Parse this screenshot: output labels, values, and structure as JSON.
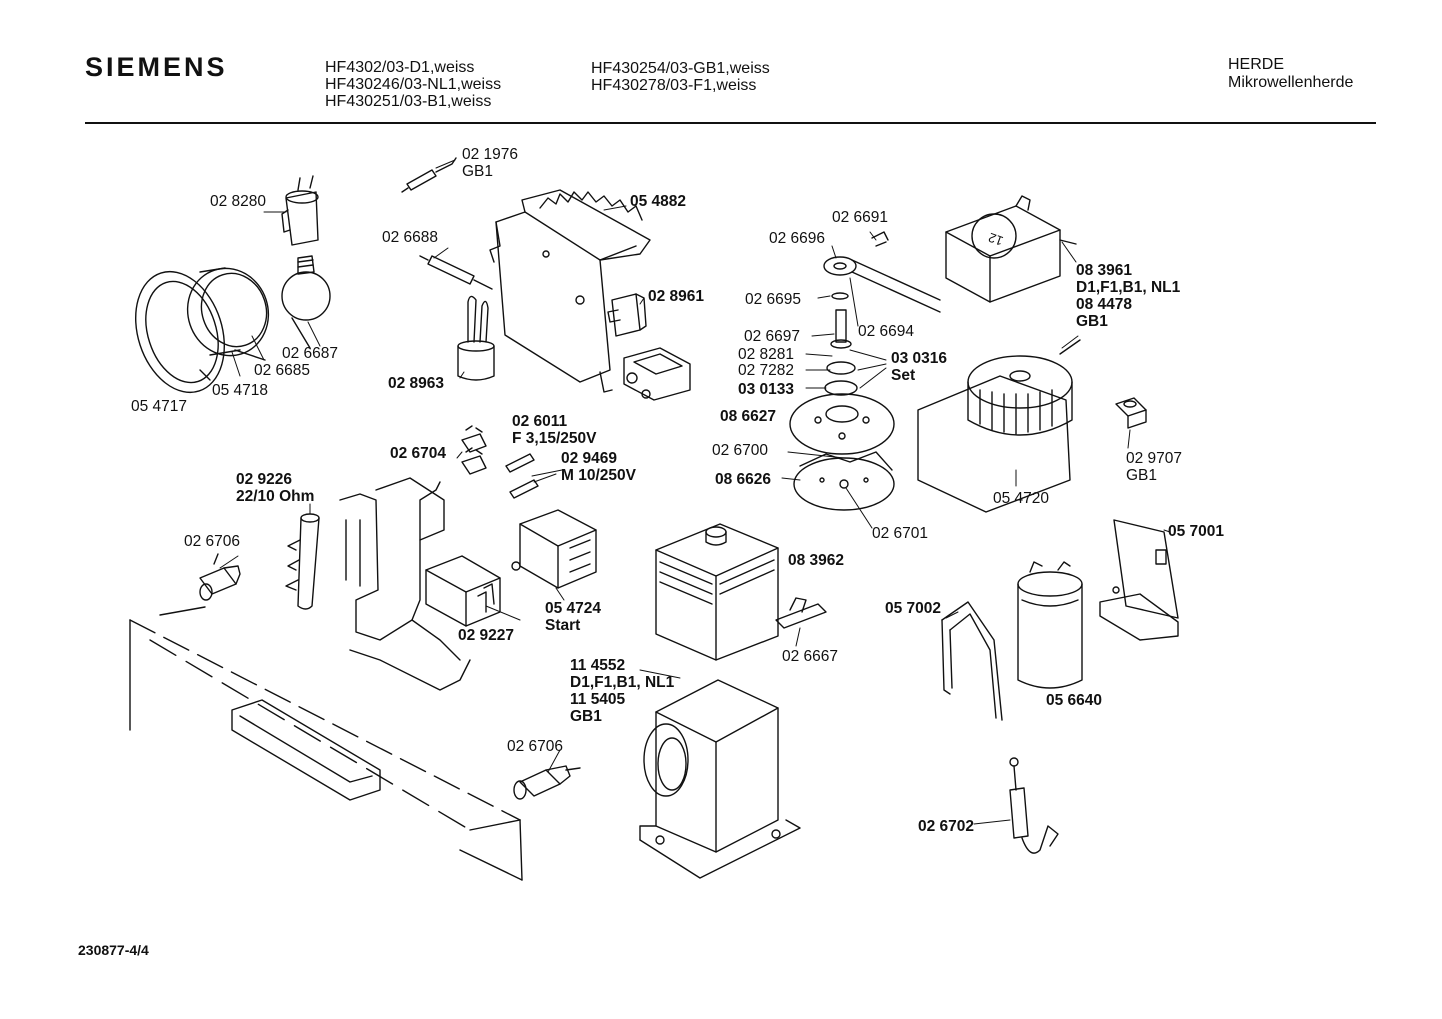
{
  "header": {
    "brand": "SIEMENS",
    "models_col1": [
      "HF4302/03-D1,weiss",
      "HF430246/03-NL1,weiss",
      "HF430251/03-B1,weiss"
    ],
    "models_col2": [
      "HF430254/03-GB1,weiss",
      "HF430278/03-F1,weiss"
    ],
    "category": "HERDE",
    "subcategory": "Mikrowellenherde"
  },
  "footer": {
    "document_number": "230877-4/4"
  },
  "parts": [
    {
      "id": "p021976",
      "lines": [
        "02 1976",
        "GB1"
      ],
      "bold": true
    },
    {
      "id": "p028280",
      "lines": [
        "02 8280"
      ],
      "bold": false
    },
    {
      "id": "p026688",
      "lines": [
        "02 6688"
      ],
      "bold": false
    },
    {
      "id": "p054882",
      "lines": [
        "05 4882"
      ],
      "bold": true
    },
    {
      "id": "p026691",
      "lines": [
        "02 6691"
      ],
      "bold": false
    },
    {
      "id": "p026696",
      "lines": [
        "02 6696"
      ],
      "bold": false
    },
    {
      "id": "p083961",
      "lines": [
        "08 3961",
        "D1,F1,B1, NL1",
        "08 4478",
        "GB1"
      ],
      "bold": true
    },
    {
      "id": "p028961",
      "lines": [
        "02 8961"
      ],
      "bold": true
    },
    {
      "id": "p026695",
      "lines": [
        "02 6695"
      ],
      "bold": false
    },
    {
      "id": "p026694",
      "lines": [
        "02 6694"
      ],
      "bold": false
    },
    {
      "id": "p026697",
      "lines": [
        "02 6697"
      ],
      "bold": false
    },
    {
      "id": "p028281",
      "lines": [
        "02 8281"
      ],
      "bold": false
    },
    {
      "id": "p027282",
      "lines": [
        "02 7282"
      ],
      "bold": false
    },
    {
      "id": "p030133",
      "lines": [
        "03 0133"
      ],
      "bold": true
    },
    {
      "id": "p030316",
      "lines": [
        "03 0316",
        "Set"
      ],
      "bold": true
    },
    {
      "id": "p026687",
      "lines": [
        "02 6687"
      ],
      "bold": false
    },
    {
      "id": "p026685",
      "lines": [
        "02 6685"
      ],
      "bold": false
    },
    {
      "id": "p028963",
      "lines": [
        "02 8963"
      ],
      "bold": true
    },
    {
      "id": "p054718",
      "lines": [
        "05 4718"
      ],
      "bold": false
    },
    {
      "id": "p054717",
      "lines": [
        "05 4717"
      ],
      "bold": false
    },
    {
      "id": "p086627",
      "lines": [
        "08 6627"
      ],
      "bold": true
    },
    {
      "id": "p026011",
      "lines": [
        "02 6011",
        "F 3,15/250V"
      ],
      "bold": true
    },
    {
      "id": "p026704",
      "lines": [
        "02 6704"
      ],
      "bold": true
    },
    {
      "id": "p029469",
      "lines": [
        "02 9469",
        "M 10/250V"
      ],
      "bold": true
    },
    {
      "id": "p026700",
      "lines": [
        "02 6700"
      ],
      "bold": false
    },
    {
      "id": "p086626",
      "lines": [
        "08 6626"
      ],
      "bold": true
    },
    {
      "id": "p029707",
      "lines": [
        "02 9707",
        "GB1"
      ],
      "bold": false
    },
    {
      "id": "p054720",
      "lines": [
        "05 4720"
      ],
      "bold": false
    },
    {
      "id": "p029226",
      "lines": [
        "02 9226",
        "22/10 Ohm"
      ],
      "bold": true
    },
    {
      "id": "p026701",
      "lines": [
        "02 6701"
      ],
      "bold": false
    },
    {
      "id": "p057001",
      "lines": [
        "05 7001"
      ],
      "bold": true
    },
    {
      "id": "p026706a",
      "lines": [
        "02 6706"
      ],
      "bold": false
    },
    {
      "id": "p083962",
      "lines": [
        "08 3962"
      ],
      "bold": true
    },
    {
      "id": "p054724",
      "lines": [
        "05 4724",
        "Start"
      ],
      "bold": true
    },
    {
      "id": "p057002",
      "lines": [
        "05 7002"
      ],
      "bold": true
    },
    {
      "id": "p029227",
      "lines": [
        "02 9227"
      ],
      "bold": true
    },
    {
      "id": "p026667",
      "lines": [
        "02 6667"
      ],
      "bold": false
    },
    {
      "id": "p114552",
      "lines": [
        "11 4552",
        "D1,F1,B1, NL1",
        "11 5405",
        "GB1"
      ],
      "bold": true
    },
    {
      "id": "p056640",
      "lines": [
        "05 6640"
      ],
      "bold": true
    },
    {
      "id": "p026706b",
      "lines": [
        "02 6706"
      ],
      "bold": false
    },
    {
      "id": "p026702",
      "lines": [
        "02 6702"
      ],
      "bold": true
    }
  ]
}
